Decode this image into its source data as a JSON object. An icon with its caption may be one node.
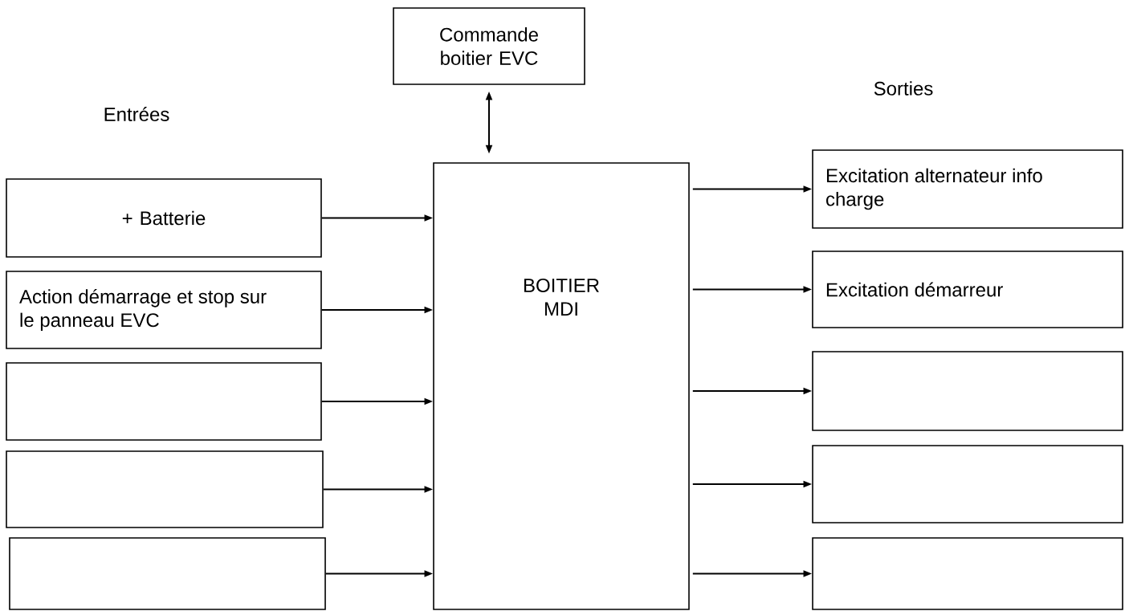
{
  "diagram": {
    "nodes": [
      {
        "text": [
          "Commande boitier EVC"
        ]
      },
      {
        "text": [
          "BOITIER MDI"
        ]
      },
      {
        "text": [
          "+ Batterie"
        ]
      },
      {
        "text": [
          "Action démarrage et stop sur le panneau EVC"
        ]
      },
      {
        "text": [],
        "shape": "box"
      },
      {
        "text": [],
        "shape": "box"
      },
      {
        "text": [],
        "shape": "box"
      },
      {
        "text": [
          "Excitation alternateur info charge"
        ]
      },
      {
        "text": [
          "Excitation démarreur"
        ]
      },
      {
        "text": [],
        "shape": "box"
      },
      {
        "text": [],
        "shape": "box"
      },
      {
        "text": [],
        "shape": "box"
      }
    ],
    "edges": [
      {
        "from": 0,
        "to": 1,
        "arrow": "both"
      },
      {
        "from": 2,
        "to": 1,
        "arrow": "to"
      },
      {
        "from": 3,
        "to": 1,
        "arrow": "to"
      },
      {
        "from": 4,
        "to": 1,
        "arrow": "to"
      },
      {
        "from": 5,
        "to": 1,
        "arrow": "to"
      },
      {
        "from": 6,
        "to": 1,
        "arrow": "to"
      },
      {
        "from": 1,
        "to": 7,
        "arrow": "to"
      },
      {
        "from": 1,
        "to": 8,
        "arrow": "to"
      },
      {
        "from": 1,
        "to": 9,
        "arrow": "to"
      },
      {
        "from": 1,
        "to": 10,
        "arrow": "to"
      },
      {
        "from": 1,
        "to": 11,
        "arrow": "to"
      }
    ],
    "labels": [
      "Sorties",
      "Entrées"
    ]
  }
}
